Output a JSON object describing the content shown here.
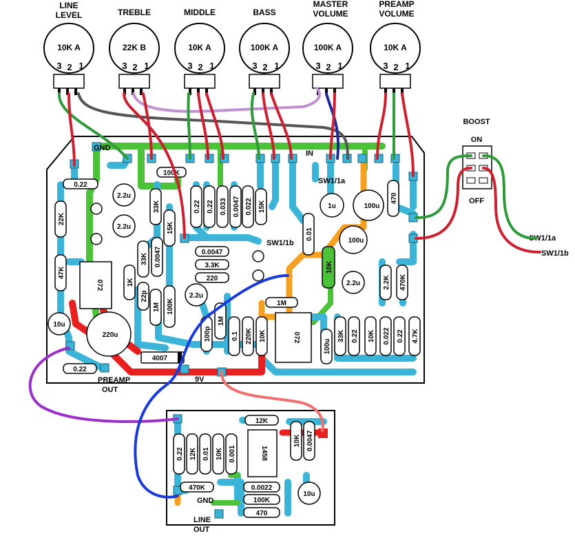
{
  "pots": [
    {
      "name_line1": "LINE",
      "name_line2": "LEVEL",
      "value": "10K A",
      "pins": [
        "3",
        "2",
        "1"
      ]
    },
    {
      "name_line1": "TREBLE",
      "name_line2": "",
      "value": "22K B",
      "pins": [
        "3",
        "2",
        "1"
      ]
    },
    {
      "name_line1": "MIDDLE",
      "name_line2": "",
      "value": "10K A",
      "pins": [
        "3",
        "2",
        "1"
      ]
    },
    {
      "name_line1": "BASS",
      "name_line2": "",
      "value": "100K A",
      "pins": [
        "3",
        "2",
        "1"
      ]
    },
    {
      "name_line1": "MASTER",
      "name_line2": "VOLUME",
      "value": "100K A",
      "pins": [
        "3",
        "2",
        "1"
      ]
    },
    {
      "name_line1": "PREAMP",
      "name_line2": "VOLUME",
      "value": "10K A",
      "pins": [
        "3",
        "2",
        "1"
      ]
    }
  ],
  "switch": {
    "title": "BOOST",
    "on": "ON",
    "off": "OFF",
    "out_a": "SW1/1a",
    "out_b": "SW1/1b"
  },
  "main_board": {
    "labels": {
      "gnd": "GND",
      "in": "IN",
      "sw1a": "SW1/1a",
      "sw1b": "SW1/1b",
      "preamp_out_1": "PREAMP",
      "preamp_out_2": "OUT",
      "v9": "9V"
    },
    "resistors_h": [
      {
        "ref": "r100k_top",
        "value": "100K"
      },
      {
        "ref": "r0022_top",
        "value": "0.22"
      },
      {
        "ref": "r00047_mid",
        "value": "0.0047"
      },
      {
        "ref": "r33k_mid",
        "value": "3.3K"
      },
      {
        "ref": "r220_mid",
        "value": "220"
      },
      {
        "ref": "r1m_mid",
        "value": "1M"
      },
      {
        "ref": "r4007",
        "value": "4007"
      },
      {
        "ref": "r022_bot",
        "value": "0.22"
      }
    ],
    "resistors_v": [
      {
        "ref": "v22k",
        "value": "22K"
      },
      {
        "ref": "v47k",
        "value": "47K"
      },
      {
        "ref": "v33k_a",
        "value": "33K"
      },
      {
        "ref": "v15k_a",
        "value": "15K"
      },
      {
        "ref": "v33k_b",
        "value": "33K"
      },
      {
        "ref": "v00047_a",
        "value": "0.0047"
      },
      {
        "ref": "v1k",
        "value": "1K"
      },
      {
        "ref": "v22p",
        "value": "22p"
      },
      {
        "ref": "v1m_a",
        "value": "1M"
      },
      {
        "ref": "v100k_a",
        "value": "100K"
      },
      {
        "ref": "v022_a",
        "value": "0.22"
      },
      {
        "ref": "v022_b",
        "value": "0.22"
      },
      {
        "ref": "v0033",
        "value": "0.033"
      },
      {
        "ref": "v00047_b",
        "value": "0.0047"
      },
      {
        "ref": "v0022",
        "value": "0.022"
      },
      {
        "ref": "v15k_b",
        "value": "15K"
      },
      {
        "ref": "v001",
        "value": "0.01"
      },
      {
        "ref": "v10k_a",
        "value": "10K"
      },
      {
        "ref": "v470_a",
        "value": "470"
      },
      {
        "ref": "v1m_b",
        "value": "1M"
      },
      {
        "ref": "v100p",
        "value": "100p"
      },
      {
        "ref": "v01",
        "value": "0.1"
      },
      {
        "ref": "v220k",
        "value": "220K"
      },
      {
        "ref": "v10k_b",
        "value": "10K"
      },
      {
        "ref": "v100u_v",
        "value": "100u"
      },
      {
        "ref": "v33k_c",
        "value": "33K"
      },
      {
        "ref": "v022_c",
        "value": "0.22"
      },
      {
        "ref": "v10k_c",
        "value": "10K"
      },
      {
        "ref": "v0022_b",
        "value": "0.022"
      },
      {
        "ref": "v022_d",
        "value": "0.22"
      },
      {
        "ref": "v47k_b",
        "value": "4.7K"
      },
      {
        "ref": "v22k_b",
        "value": "2.2K"
      },
      {
        "ref": "v470k",
        "value": "470K"
      }
    ],
    "caps": [
      {
        "ref": "c22u_a",
        "value": "2.2u"
      },
      {
        "ref": "c22u_b",
        "value": "2.2u"
      },
      {
        "ref": "c22u_c",
        "value": "2.2u"
      },
      {
        "ref": "c1u",
        "value": "1u"
      },
      {
        "ref": "c100u_a",
        "value": "100u"
      },
      {
        "ref": "c100u_b",
        "value": "100u"
      },
      {
        "ref": "c22u_d",
        "value": "2.2u"
      },
      {
        "ref": "c10u",
        "value": "10u"
      },
      {
        "ref": "c220u",
        "value": "220u"
      }
    ],
    "chips": [
      {
        "ref": "u1",
        "value": "072"
      },
      {
        "ref": "u2",
        "value": "072"
      }
    ]
  },
  "line_board": {
    "labels": {
      "gnd": "GND",
      "line_out_1": "LINE",
      "line_out_2": "OUT"
    },
    "resistors_h": [
      {
        "ref": "l12k",
        "value": "12K"
      },
      {
        "ref": "l470k",
        "value": "470K"
      },
      {
        "ref": "l00022",
        "value": "0.0022"
      },
      {
        "ref": "l100k",
        "value": "100K"
      },
      {
        "ref": "l470",
        "value": "470"
      }
    ],
    "resistors_v": [
      {
        "ref": "lv022",
        "value": "0.22"
      },
      {
        "ref": "lv12k",
        "value": "12K"
      },
      {
        "ref": "lv001",
        "value": "0.01"
      },
      {
        "ref": "lv10k",
        "value": "10K"
      },
      {
        "ref": "lv0001",
        "value": "0.001"
      },
      {
        "ref": "lv10k_b",
        "value": "10K"
      },
      {
        "ref": "lv00047",
        "value": "0.0047"
      }
    ],
    "caps": [
      {
        "ref": "lc10u",
        "value": "10u"
      }
    ],
    "chips": [
      {
        "ref": "lu1",
        "value": "1458"
      }
    ]
  },
  "colors": {
    "trace": "#3bb4d8",
    "ground": "#4cc238",
    "power": "#e82020",
    "signal": "#f5a01e",
    "wire_green": "#2e9a3a",
    "wire_red": "#cc2030",
    "wire_grey": "#555555",
    "wire_purple": "#9b2fc9",
    "wire_lilac": "#c090d0",
    "wire_navy": "#1c2a9a",
    "wire_blue": "#1a3ad8",
    "wire_pink": "#f07070"
  }
}
